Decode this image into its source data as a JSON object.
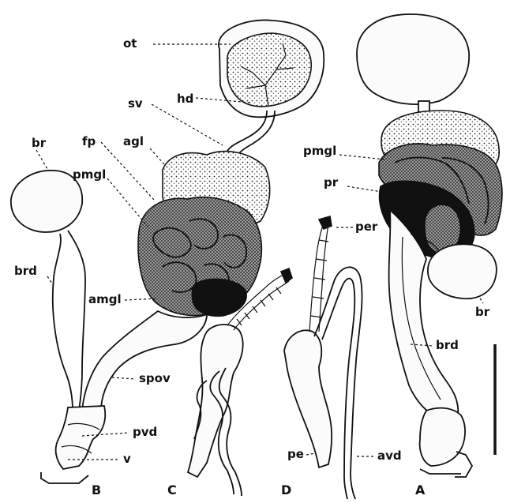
{
  "labels": {
    "ot": "ot",
    "hd": "hd",
    "sv": "sv",
    "agl": "agl",
    "fp": "fp",
    "pmgl_b": "pmgl",
    "br_b": "br",
    "brd_b": "brd",
    "amgl": "amgl",
    "spov": "spov",
    "pvd": "pvd",
    "v": "v",
    "per": "per",
    "pe": "pe",
    "avd": "avd",
    "pmgl_a": "pmgl",
    "pr": "pr",
    "br_a": "br",
    "brd_a": "brd"
  },
  "panels": {
    "A": "A",
    "B": "B",
    "C": "C",
    "D": "D"
  }
}
